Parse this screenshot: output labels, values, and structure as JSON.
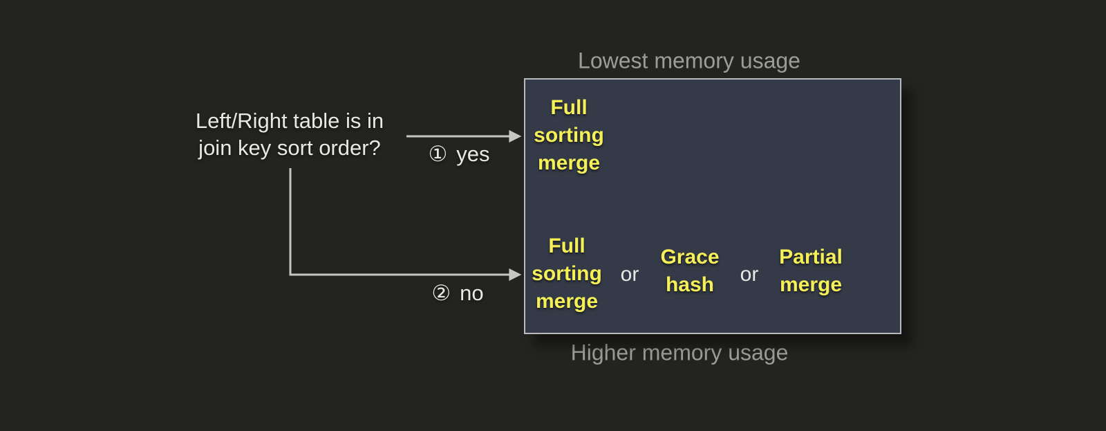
{
  "colors": {
    "background": "#23241f",
    "box_fill": "#343a47",
    "box_border": "#b9babc",
    "highlight_yellow": "#f5ef58",
    "muted_gray": "#9c9c99",
    "text_white": "#e8e8e5",
    "arrow_gray": "#c6c6c4"
  },
  "question": {
    "text": "Left/Right table is in\njoin key sort order?"
  },
  "branches": {
    "yes": {
      "number": "①",
      "label": "yes"
    },
    "no": {
      "number": "②",
      "label": "no"
    }
  },
  "memory_scale": {
    "top": "Lowest memory usage",
    "bottom": "Higher memory usage"
  },
  "algorithm_box": {
    "sorted_row": {
      "option": "Full\nsorting\nmerge"
    },
    "unsorted_row": {
      "options": [
        "Full\nsorting\nmerge",
        "Grace\nhash",
        "Partial\nmerge"
      ],
      "separator": "or"
    }
  }
}
